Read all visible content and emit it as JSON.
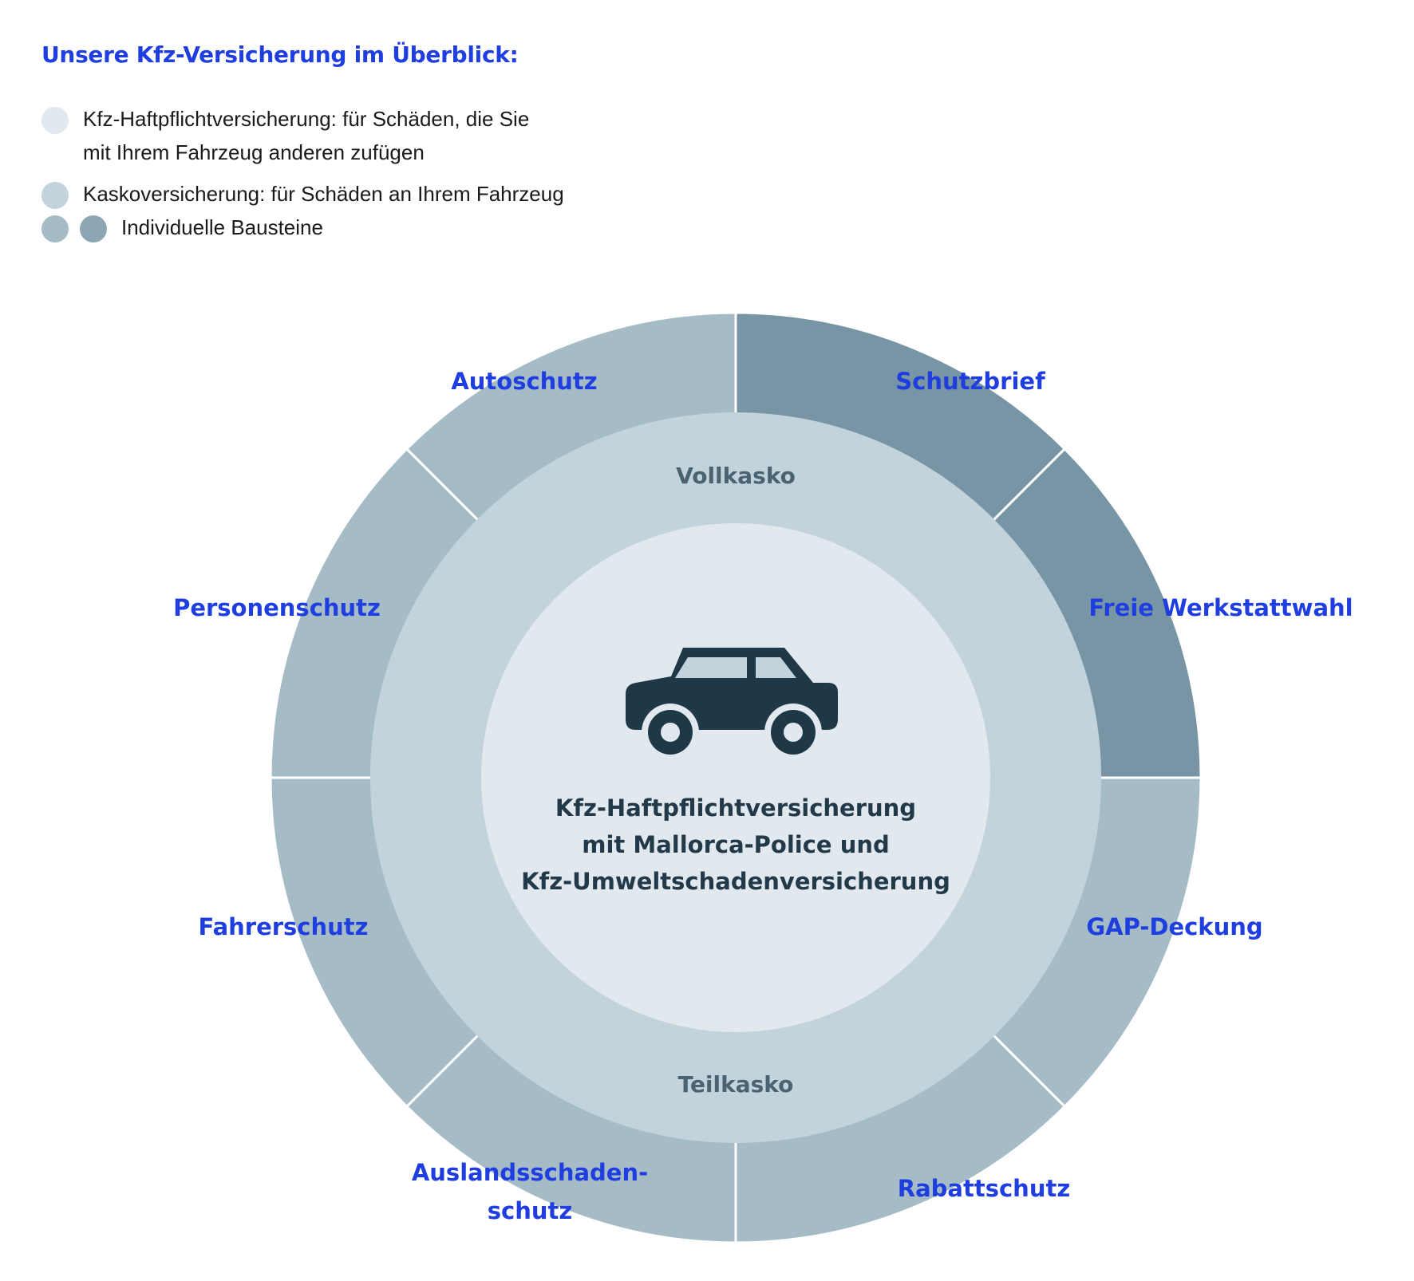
{
  "title": "Unsere Kfz-Versicherung im Überblick:",
  "colors": {
    "title": "#1f3ee0",
    "haftpflicht": "#e1e8ee",
    "kasko": "#c2d3db",
    "baustein_light": "#a5bcc7",
    "baustein_dark": "#7795a5",
    "segment_label": "#1f3ee0",
    "ring_label": "#4a6373",
    "center_text": "#22394a",
    "car_icon": "#1f3848"
  },
  "legend": [
    {
      "dots": [
        "haftpflicht"
      ],
      "lines": [
        "Kfz-Haftpflichtversicherung: für Schäden, die Sie",
        "mit Ihrem Fahrzeug anderen zufügen"
      ]
    },
    {
      "dots": [
        "kasko"
      ],
      "lines": [
        "Kaskoversicherung: für Schäden an Ihrem Fahrzeug"
      ]
    },
    {
      "dots": [
        "baustein_light",
        "baustein_dark"
      ],
      "lines": [
        "Individuelle Bausteine"
      ]
    }
  ],
  "ring": {
    "top": "Vollkasko",
    "bottom": "Teilkasko"
  },
  "center": {
    "icon": "car-icon",
    "lines": [
      "Kfz-Haftpflichtversicherung",
      "mit Mallorca-Police und",
      "Kfz-Umweltschadenversicherung"
    ]
  },
  "segments": [
    {
      "lines": [
        "Schutzbrief"
      ],
      "shade": "baustein_dark"
    },
    {
      "lines": [
        "Freie Werkstattwahl"
      ],
      "shade": "baustein_dark"
    },
    {
      "lines": [
        "GAP-Deckung"
      ],
      "shade": "baustein_light"
    },
    {
      "lines": [
        "Rabattschutz"
      ],
      "shade": "baustein_light"
    },
    {
      "lines": [
        "Auslandsschaden-",
        "schutz"
      ],
      "shade": "baustein_light"
    },
    {
      "lines": [
        "Fahrerschutz"
      ],
      "shade": "baustein_light"
    },
    {
      "lines": [
        "Personenschutz"
      ],
      "shade": "baustein_light"
    },
    {
      "lines": [
        "Autoschutz"
      ],
      "shade": "baustein_light"
    }
  ]
}
